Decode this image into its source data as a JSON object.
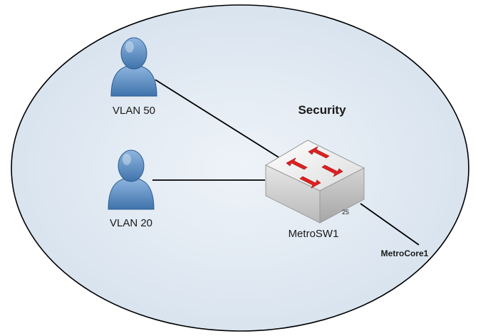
{
  "zone": {
    "label": "Security"
  },
  "hosts": [
    {
      "label": "VLAN 50",
      "icon": "user-icon"
    },
    {
      "label": "VLAN 20",
      "icon": "user-icon"
    }
  ],
  "switch": {
    "label": "MetroSW1",
    "icon": "network-switch-icon",
    "port_label": "25"
  },
  "uplink": {
    "label": "MetroCore1"
  },
  "colors": {
    "zone_fill": "#dde6f0",
    "zone_stroke": "#000000",
    "user_fill": "#5b8cc2",
    "switch_top": "#f2f2f2",
    "switch_side": "#c9c9c9",
    "arrow": "#e02020",
    "link": "#000000"
  }
}
